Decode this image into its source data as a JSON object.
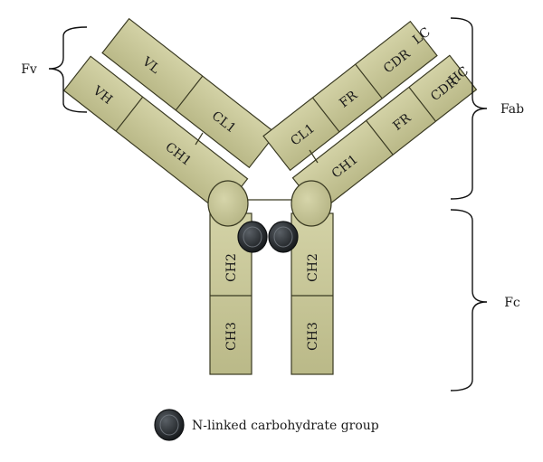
{
  "diagram": {
    "light_chain_tag": "LC",
    "heavy_chain_tag": "HC",
    "left_arm": {
      "light_chain": [
        "VL",
        "CL1"
      ],
      "heavy_chain": [
        "VH",
        "CH1"
      ]
    },
    "right_arm": {
      "light_chain": [
        "CL1",
        "FR",
        "CDR"
      ],
      "heavy_chain": [
        "CH1",
        "FR",
        "CDR"
      ]
    },
    "stem": {
      "left": [
        "CH2",
        "CH3"
      ],
      "right": [
        "CH2",
        "CH3"
      ]
    },
    "brackets": {
      "fv": "Fv",
      "fab": "Fab",
      "fc": "Fc"
    },
    "legend": {
      "label": "N-linked carbohydrate group"
    }
  },
  "colors": {
    "segment_fill": "#c8c796",
    "segment_stroke": "#3a3a22",
    "carbohydrate": "#2e3236"
  }
}
